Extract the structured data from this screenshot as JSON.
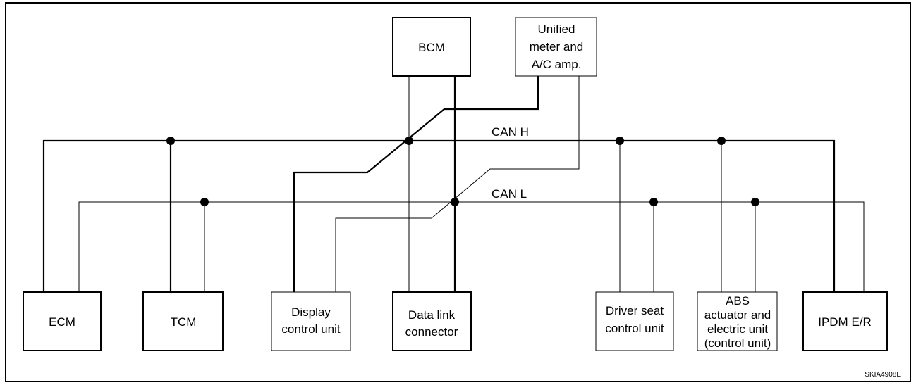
{
  "buses": {
    "can_h": "CAN H",
    "can_l": "CAN L"
  },
  "nodes": {
    "bcm": [
      "BCM"
    ],
    "unified_meter": [
      "Unified",
      "meter and",
      "A/C amp."
    ],
    "ecm": [
      "ECM"
    ],
    "tcm": [
      "TCM"
    ],
    "display_control": [
      "Display",
      "control unit"
    ],
    "data_link": [
      "Data link",
      "connector"
    ],
    "driver_seat": [
      "Driver seat",
      "control unit"
    ],
    "abs": [
      "ABS",
      "actuator and",
      "electric unit",
      "(control unit)"
    ],
    "ipdm": [
      "IPDM E/R"
    ]
  },
  "figure_code": "SKIA4908E"
}
